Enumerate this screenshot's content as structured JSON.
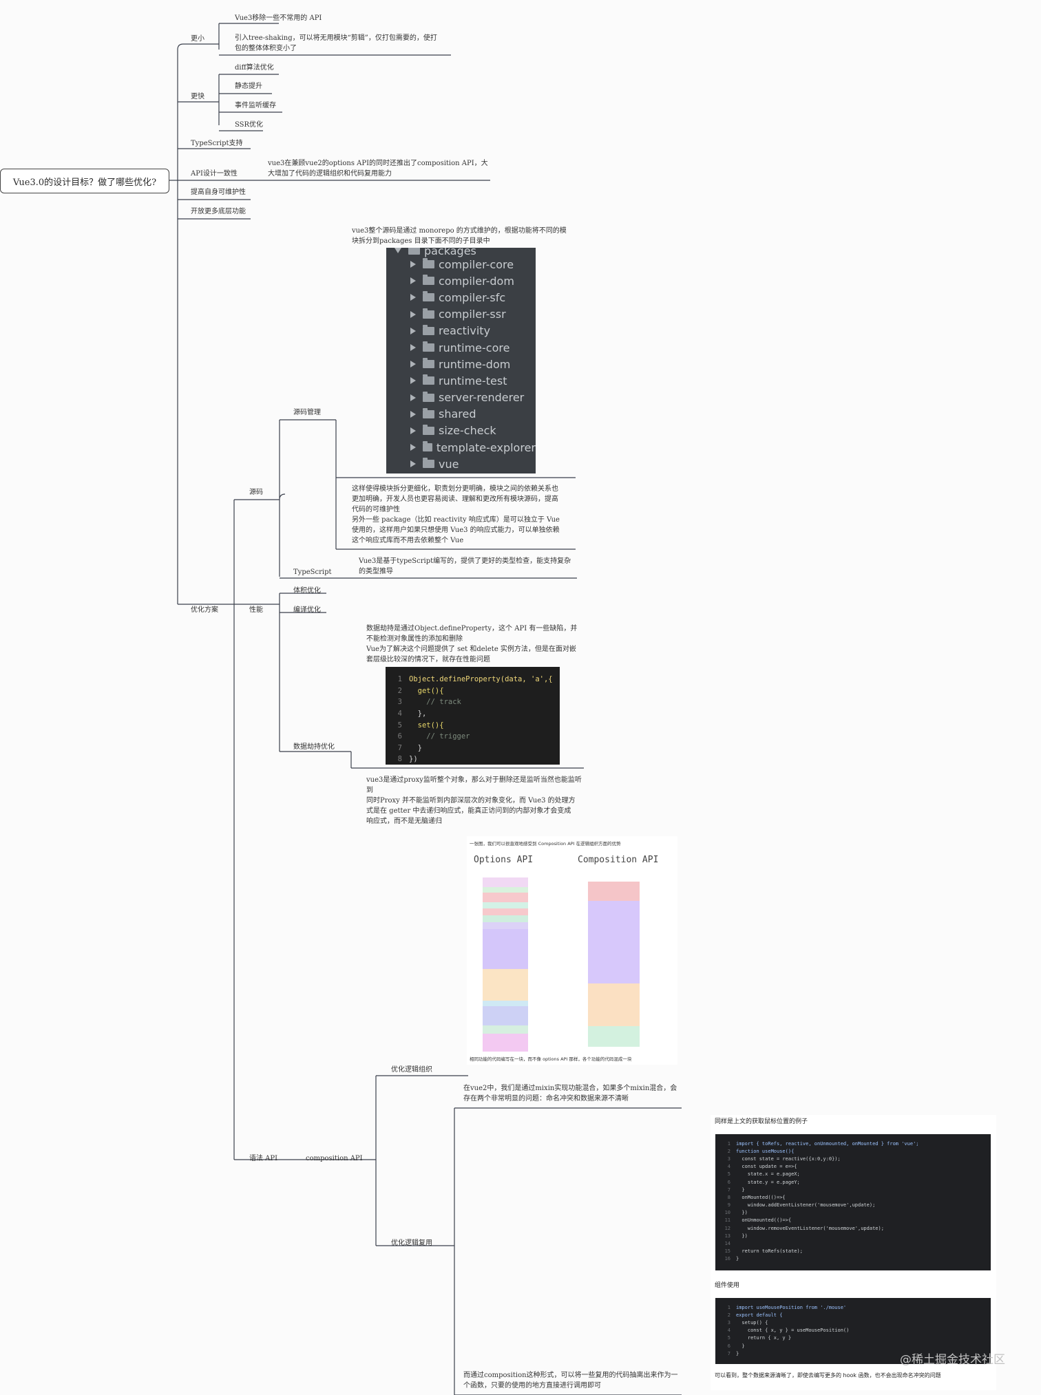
{
  "root": "Vue3.0的设计目标？做了哪些优化?",
  "goals": {
    "smaller": {
      "label": "更小",
      "items": [
        "Vue3移除一些不常用的 API",
        "引入tree-shaking，可以将无用模块“剪辑”，仅打包需要的，使打",
        "包的整体体积变小了"
      ]
    },
    "faster": {
      "label": "更快",
      "items": [
        "diff算法优化",
        "静态提升",
        "事件监听缓存",
        "SSR优化"
      ]
    },
    "ts": "TypeScript支持",
    "api": {
      "label": "API设计一致性",
      "desc": [
        "vue3在兼顾vue2的options API的同时还推出了composition API，大",
        "大增加了代码的逻辑组织和代码复用能力"
      ]
    },
    "maintain": "提高自身可维护性",
    "lowlevel": "开放更多底层功能"
  },
  "plan": {
    "label": "优化方案",
    "source": {
      "label": "源码",
      "mgmt": {
        "label": "源码管理",
        "intro": [
          "vue3整个源码是通过 monorepo 的方式维护的，根据功能将不同的模",
          "块拆分到packages 目录下面不同的子目录中"
        ],
        "root_folder": "packages",
        "folders": [
          "compiler-core",
          "compiler-dom",
          "compiler-sfc",
          "compiler-ssr",
          "reactivity",
          "runtime-core",
          "runtime-dom",
          "runtime-test",
          "server-renderer",
          "shared",
          "size-check",
          "template-explorer",
          "vue"
        ],
        "desc": [
          "这样使得模块拆分更细化，职责划分更明确，模块之间的依赖关系也",
          "更加明确，开发人员也更容易阅读、理解和更改所有模块源码，提高",
          "代码的可维护性",
          "另外一些 package（比如 reactivity 响应式库）是可以独立于 Vue",
          "使用的，这样用户如果只想使用 Vue3 的响应式能力，可以单独依赖",
          "这个响应式库而不用去依赖整个 Vue"
        ]
      },
      "ts": {
        "label": "TypeScript",
        "desc": [
          "Vue3是基于typeScript编写的，提供了更好的类型检查，能支持复杂",
          "的类型推导"
        ]
      }
    },
    "perf": {
      "label": "性能",
      "size": "体积优化",
      "compile": "编译优化",
      "hijack": {
        "label": "数据劫持优化",
        "desc1": [
          "数据劫持是通过Object.defineProperty，这个 API 有一些缺陷，并",
          "不能检测对象属性的添加和删除",
          "Vue为了解决这个问题提供了 set 和delete 实例方法，但是在面对嵌",
          "套层级比较深的情况下，就存在性能问题"
        ],
        "code": [
          "Object.defineProperty(data, 'a',{",
          "  get(){",
          "    // track",
          "  },",
          "  set(){",
          "    // trigger",
          "  }",
          "})"
        ],
        "desc2": [
          "vue3是通过proxy监听整个对象，那么对于删除还是监听当然也能监听",
          "到",
          "同时Proxy 并不能监听到内部深层次的对象变化，而 Vue3 的处理方",
          "式是在 getter 中去递归响应式，能真正访问到的内部对象才会变成",
          "响应式，而不是无脑递归"
        ]
      }
    },
    "syntax": {
      "label": "语法 API",
      "comp": {
        "label": "composition API",
        "org": {
          "label": "优化逻辑组织",
          "caption_top": "一张图，我们可以很直观地感受到 Composition API 在逻辑组织方面的优势",
          "options_title": "Options API",
          "composition_title": "Composition API",
          "caption_bottom": "相同功能的代码编写在一块，而不像 options API 那样，各个功能的代码混成一块"
        },
        "reuse": {
          "label": "优化逻辑复用",
          "desc_top": [
            "在vue2中，我们是通过mixin实现功能混合，如果多个mixin混合，会",
            "存在两个非常明显的问题：命名冲突和数据来源不清晰"
          ],
          "desc_bottom": [
            "而通过composition这种形式，可以将一些复用的代码抽离出来作为一",
            "个函数，只要的使用的地方直接进行调用即可"
          ],
          "example_title": "同样是上文的获取鼠标位置的例子",
          "code1": [
            "import { toRefs, reactive, onUnmounted, onMounted } from 'vue';",
            "function useMouse(){",
            "  const state = reactive({x:0,y:0});",
            "  const update = e=>{",
            "    state.x = e.pageX;",
            "    state.y = e.pageY;",
            "  }",
            "  onMounted(()=>{",
            "    window.addEventListener('mousemove',update);",
            "  })",
            "  onUnmounted(()=>{",
            "    window.removeEventListener('mousemove',update);",
            "  })",
            "",
            "  return toRefs(state);",
            "}"
          ],
          "usage_title": "组件使用",
          "code2": [
            "import useMousePosition from './mouse'",
            "export default {",
            "  setup() {",
            "    const { x, y } = useMousePosition()",
            "    return { x, y }",
            "  }",
            "}"
          ],
          "conclusion": "可以看到，整个数据来源清晰了，即使去编写更多的 hook 函数，也不会出现命名冲突的问题"
        }
      }
    }
  },
  "watermark": "@稀土掘金技术社区",
  "colors": {
    "line": "#3a3f4b",
    "tree_bg": "#3b3f44",
    "code_bg": "#1e1e1e"
  }
}
